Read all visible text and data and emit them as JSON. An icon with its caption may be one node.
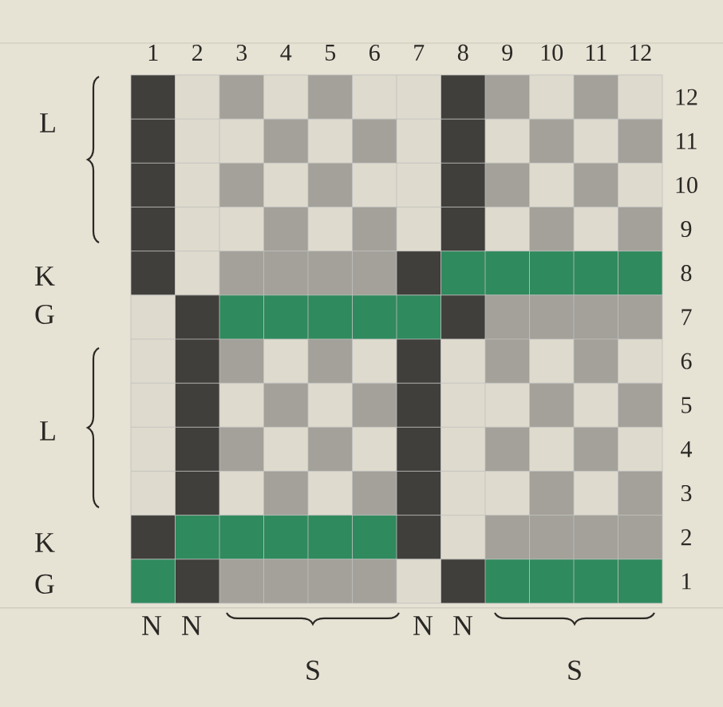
{
  "diagram": {
    "labels": [
      "1",
      "2",
      "3",
      "4",
      "5",
      "6",
      "7",
      "8",
      "9",
      "10",
      "11",
      "12",
      "12",
      "11",
      "10",
      "9",
      "8",
      "7",
      "6",
      "5",
      "4",
      "3",
      "2",
      "1",
      "L",
      "K",
      "G",
      "L",
      "K",
      "G",
      "N",
      "N",
      "S",
      "N",
      "N",
      "S"
    ]
  }
}
